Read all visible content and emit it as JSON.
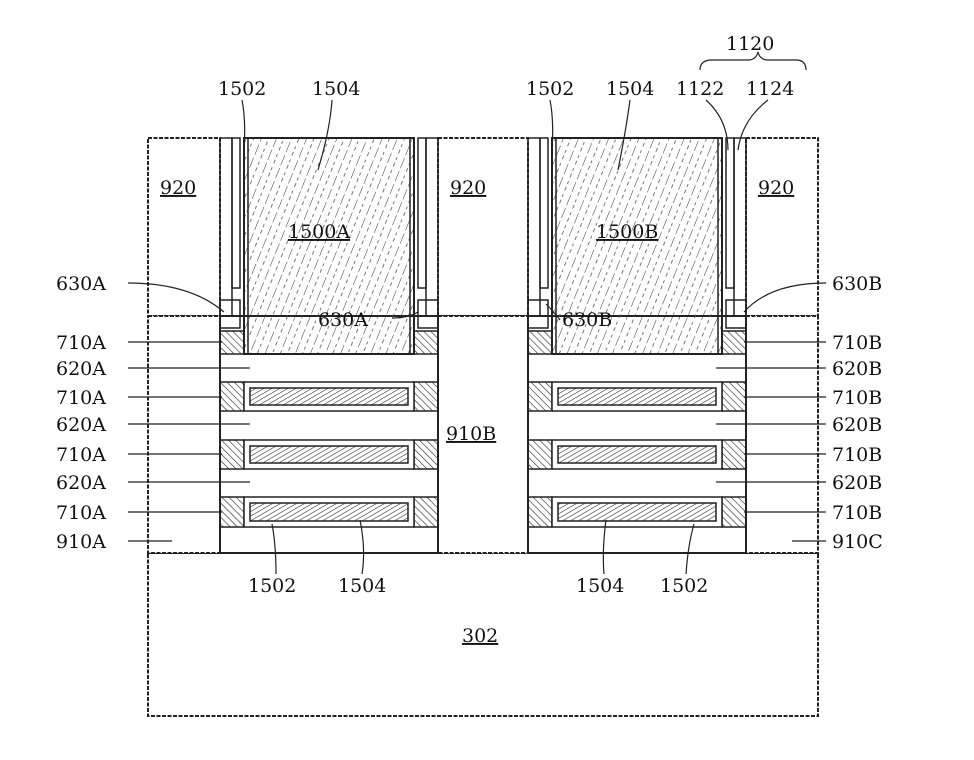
{
  "labels": {
    "top_1120": "1120",
    "top_1502_a": "1502",
    "top_1504_a": "1504",
    "top_1502_b": "1502",
    "top_1504_b": "1504",
    "top_1122": "1122",
    "top_1124": "1124",
    "r920_left": "920",
    "r920_mid": "920",
    "r920_right": "920",
    "gate_a": "1500A",
    "gate_b": "1500B",
    "inner_630a": "630A",
    "inner_630b": "630B",
    "mid_910b": "910B",
    "sub_302": "302",
    "bot_1502_a": "1502",
    "bot_1504_a": "1504",
    "bot_1504_b": "1504",
    "bot_1502_b": "1502",
    "left": [
      "630A",
      "710A",
      "620A",
      "710A",
      "620A",
      "710A",
      "620A",
      "710A",
      "910A"
    ],
    "right": [
      "630B",
      "710B",
      "620B",
      "710B",
      "620B",
      "710B",
      "620B",
      "710B",
      "910C"
    ]
  }
}
